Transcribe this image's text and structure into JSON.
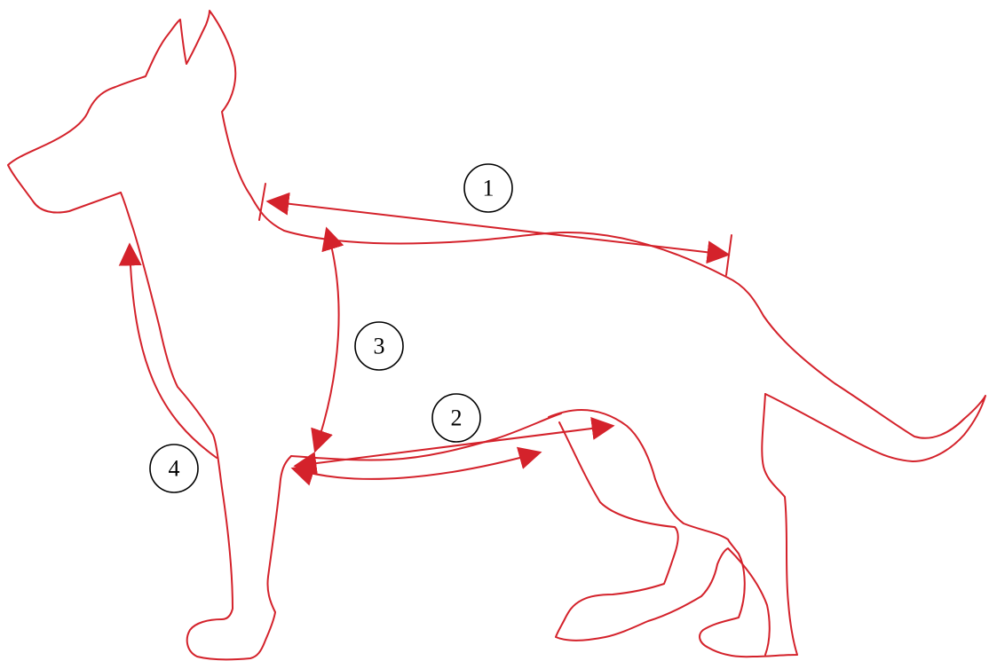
{
  "colors": {
    "outline": "#d4222b",
    "arrow": "#d4222b",
    "callout_border": "#000000",
    "callout_text": "#000000",
    "background": "#ffffff"
  },
  "callouts": {
    "back_length": "1",
    "belly_length": "2",
    "chest_depth": "3",
    "neck_length": "4"
  }
}
